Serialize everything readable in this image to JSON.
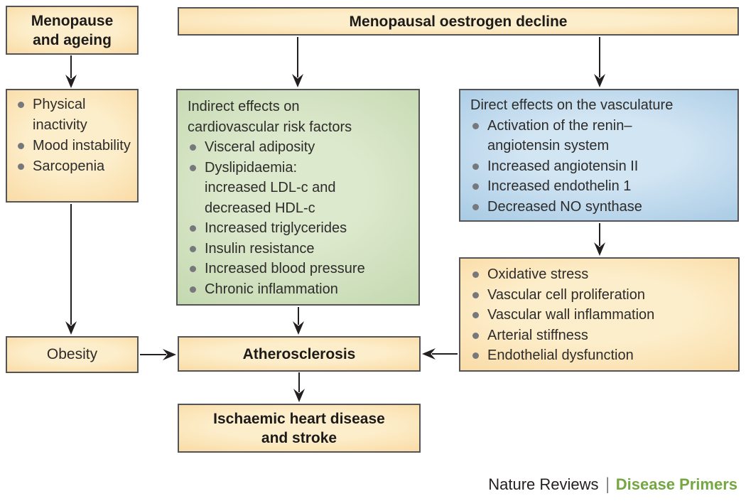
{
  "figure": {
    "boxes": {
      "menopause_ageing": {
        "title": "Menopause\nand ageing"
      },
      "oestrogen_decline": {
        "title": "Menopausal oestrogen decline"
      },
      "ageing_effects": {
        "items": [
          "Physical inactivity",
          "Mood instability",
          "Sarcopenia"
        ]
      },
      "indirect_effects": {
        "title": "Indirect effects on\ncardiovascular risk factors",
        "items": [
          "Visceral adiposity",
          "Dyslipidaemia:\nincreased LDL-c and\ndecreased HDL-c",
          "Increased triglycerides",
          "Insulin resistance",
          "Increased blood pressure",
          "Chronic inflammation"
        ]
      },
      "direct_effects": {
        "title": "Direct effects on the vasculature",
        "items": [
          "Activation of the renin–\nangiotensin system",
          "Increased angiotensin II",
          "Increased endothelin 1",
          "Decreased NO synthase"
        ]
      },
      "vascular_effects": {
        "items": [
          "Oxidative stress",
          "Vascular cell proliferation",
          "Vascular wall inflammation",
          "Arterial stiffness",
          "Endothelial dysfunction"
        ]
      },
      "obesity": {
        "title": "Obesity"
      },
      "atherosclerosis": {
        "title": "Atherosclerosis"
      },
      "ihd_stroke": {
        "title": "Ischaemic heart disease\nand stroke"
      }
    },
    "edges": [
      {
        "from": "menopause_ageing",
        "to": "ageing_effects"
      },
      {
        "from": "oestrogen_decline",
        "to": "indirect_effects"
      },
      {
        "from": "oestrogen_decline",
        "to": "direct_effects"
      },
      {
        "from": "ageing_effects",
        "to": "obesity"
      },
      {
        "from": "indirect_effects",
        "to": "atherosclerosis"
      },
      {
        "from": "direct_effects",
        "to": "vascular_effects"
      },
      {
        "from": "obesity",
        "to": "atherosclerosis"
      },
      {
        "from": "vascular_effects",
        "to": "atherosclerosis"
      },
      {
        "from": "atherosclerosis",
        "to": "ihd_stroke"
      }
    ],
    "footer": {
      "journal": "Nature Reviews",
      "separator": "|",
      "series": "Disease Primers"
    },
    "palette": {
      "orange_edge": "#f6cb85",
      "orange_center": "#fdeecb",
      "green_edge": "#b2cd9c",
      "green_center": "#dde9cd",
      "blue_edge": "#8cb9db",
      "blue_center": "#d2e5f3",
      "border": "#545456",
      "text": "#2d2c2b",
      "bullet": "#77787b",
      "arrow": "#231f20",
      "footer_green": "#74a642",
      "footer_text": "#231f20"
    }
  }
}
